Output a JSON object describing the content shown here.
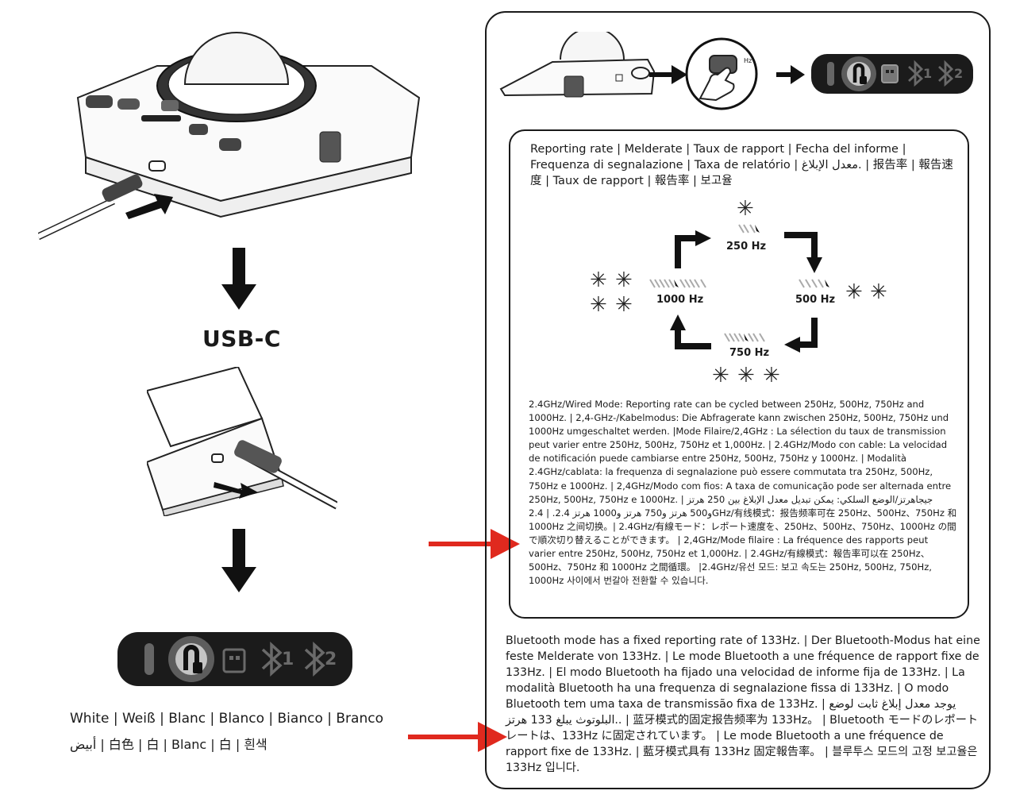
{
  "left": {
    "usb_label": "USB-C",
    "color_line1": "White | Weiß | Blanc | Blanco | Bianco | Branco",
    "color_line2": "أبيض | 白色 | 白 | Blanc | 白 | 흰색",
    "led_icons": [
      "usb-cable-icon",
      "dongle-icon",
      "bluetooth-1-icon",
      "bluetooth-2-icon"
    ],
    "bt_labels": [
      "1",
      "2"
    ]
  },
  "right": {
    "switch_label": "Hz",
    "bt_labels": [
      "1",
      "2"
    ],
    "reporting_heading": "Reporting rate | Melderate | Taux de rapport | Fecha del informe | Frequenza di segnalazione | Taxa de relatório | معدل الإبلاغ. | 报告率 | 報告速度 | Taux de rapport | 報告率 | 보고율",
    "rates": {
      "r250": "250 Hz",
      "r500": "500 Hz",
      "r750": "750 Hz",
      "r1000": "1000 Hz"
    },
    "wired_text": "2.4GHz/Wired Mode: Reporting rate can be cycled between 250Hz, 500Hz, 750Hz and 1000Hz. | 2,4-GHz-/Kabelmodus: Die Abfragerate kann zwischen 250Hz, 500Hz, 750Hz und 1000Hz umgeschaltet werden. |Mode Filaire/2,4GHz : La sélection du taux de transmission peut varier entre 250Hz, 500Hz, 750Hz et 1,000Hz. | 2.4GHz/Modo con cable: La velocidad de notificación puede cambiarse entre 250Hz, 500Hz, 750Hz y 1000Hz. | Modalità 2.4GHz/cablata: la frequenza di segnalazione può essere commutata tra 250Hz, 500Hz, 750Hz e 1000Hz. | 2,4GHz/Modo com fios: A taxa de comunicação pode ser alternada entre 250Hz, 500Hz, 750Hz e 1000Hz. | جيجاهرتز/الوضع السلكي: يمكن تبديل معدل الإبلاغ بين 250 هرتز و500 هرتز و750 هرتز و1000 هرتز 2.4. | 2.4GHz/有线模式：报告频率可在 250Hz、500Hz、750Hz 和1000Hz 之间切换。| 2.4GHz/有線モード：レポート速度を、250Hz、500Hz、750Hz、1000Hz の間で順次切り替えることができます。 | 2,4GHz/Mode filaire : La fréquence des rapports peut varier entre 250Hz, 500Hz, 750Hz et 1,000Hz. | 2.4GHz/有線模式：報告率可以在 250Hz、500Hz、750Hz 和 1000Hz 之間循環。 |2.4GHz/유선 모드: 보고 속도는 250Hz, 500Hz, 750Hz, 1000Hz 사이에서 번갈아 전환할 수 있습니다.",
    "bt_text": "Bluetooth mode has a fixed reporting rate of 133Hz. | Der Bluetooth-Modus hat eine feste Melderate von 133Hz. | Le mode Bluetooth a une fréquence de rapport fixe de 133Hz. | El modo Bluetooth ha fijado una velocidad de informe fija de 133Hz. | La modalità Bluetooth ha una frequenza di segnalazione fissa di 133Hz. | O modo Bluetooth tem uma taxa de transmissão fixa de 133Hz. | يوجد معدل إبلاغ ثابت لوضع البلوتوث يبلغ 133 هرتز.. | 蓝牙模式的固定报告频率为 133Hz。 | Bluetooth モードのレポートレートは、133Hz に固定されています。 | Le mode Bluetooth a une fréquence de rapport fixe de 133Hz. | 藍牙模式具有 133Hz 固定報告率。 | 블루투스 모드의 고정 보고율은 133Hz 입니다."
  },
  "colors": {
    "accent_arrow": "#e0291e",
    "ink": "#1a1a1a",
    "led_bar": "#1b1b1b"
  }
}
